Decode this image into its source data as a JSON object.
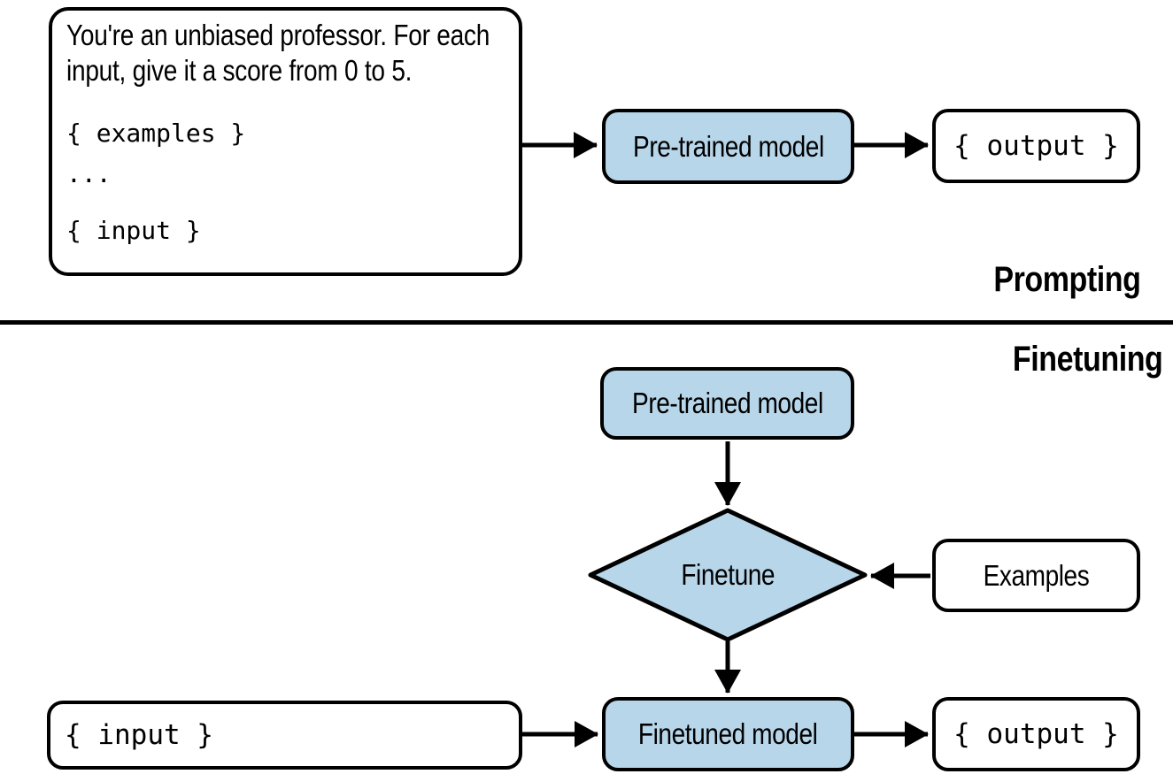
{
  "colors": {
    "model_node_fill": "#b7d6ea",
    "stroke": "#000000",
    "background": "#ffffff"
  },
  "prompting_section": {
    "section_label": "Prompting",
    "prompt_box": {
      "instruction_lines": [
        "You're an unbiased professor. For each",
        "input, give it a score from 0 to 5."
      ],
      "examples_token": "{ examples }",
      "ellipsis_token": "...",
      "input_token": "{ input }"
    },
    "model_node_label": "Pre-trained model",
    "output_node_label": "{ output }"
  },
  "finetuning_section": {
    "section_label": "Finetuning",
    "pretrained_node_label": "Pre-trained model",
    "finetune_node_label": "Finetune",
    "examples_node_label": "Examples",
    "finetuned_node_label": "Finetuned model",
    "input_node_label": "{ input }",
    "output_node_label": "{ output }"
  }
}
